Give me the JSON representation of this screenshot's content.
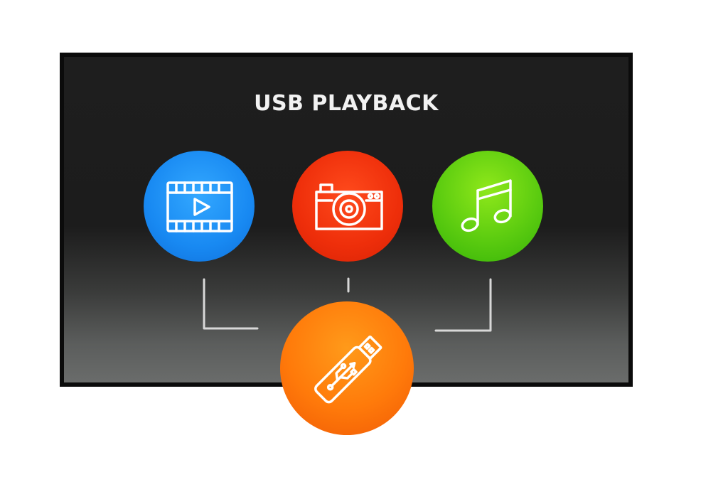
{
  "screen": {
    "title": "USB PLAYBACK"
  },
  "media_options": [
    {
      "id": "video",
      "icon": "film-strip-play-icon",
      "color": "#1889f2"
    },
    {
      "id": "photo",
      "icon": "camera-icon",
      "color": "#ee2e0a"
    },
    {
      "id": "music",
      "icon": "music-note-icon",
      "color": "#5ccc10"
    }
  ],
  "source": {
    "icon": "usb-drive-icon",
    "color": "#ff7a0a"
  },
  "colors": {
    "frame": "#0b0b0b",
    "title_text": "#f2f2f2",
    "connector_lines": "#d8d8d8",
    "icon_stroke": "#ffffff"
  }
}
